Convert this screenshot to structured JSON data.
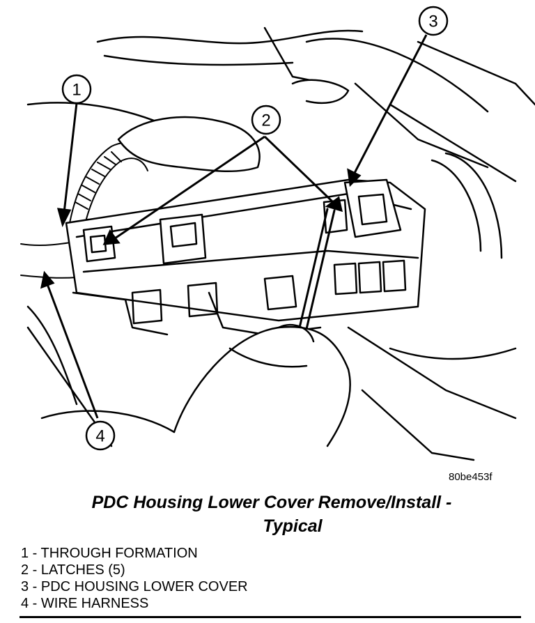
{
  "figure_id": "80be453f",
  "title": {
    "line1": "PDC Housing Lower Cover Remove/Install -",
    "line2": "Typical"
  },
  "callouts": [
    "1",
    "2",
    "3",
    "4"
  ],
  "legend": [
    "1 - THROUGH FORMATION",
    "2 - LATCHES (5)",
    "3 - PDC HOUSING LOWER COVER",
    "4 - WIRE HARNESS"
  ]
}
